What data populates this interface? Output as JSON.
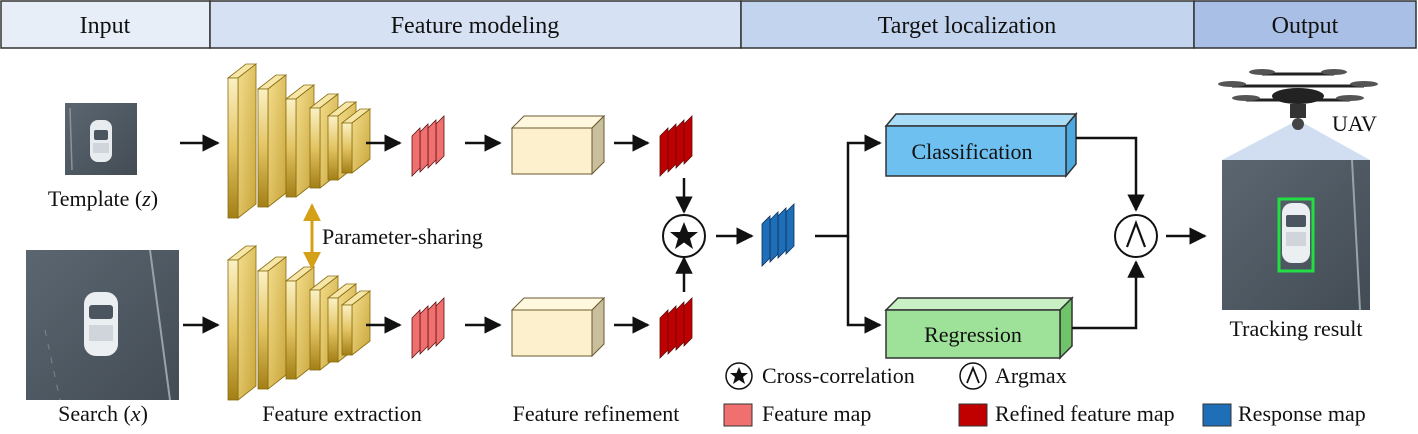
{
  "header": {
    "sections": [
      {
        "label": "Input",
        "color": "#e8eef8"
      },
      {
        "label": "Feature modeling",
        "color": "#d6e2f3"
      },
      {
        "label": "Target localization",
        "color": "#c3d4ee"
      },
      {
        "label": "Output",
        "color": "#a9bfe6"
      }
    ]
  },
  "inputs": {
    "template_label": "Template (",
    "template_var": "z",
    "search_label": "Search (",
    "search_var": "x",
    "close_paren": ")"
  },
  "modules": {
    "parameter_sharing": "Parameter-sharing",
    "feature_extraction": "Feature extraction",
    "feature_refinement": "Feature refinement",
    "classification": "Classification",
    "regression": "Regression"
  },
  "output": {
    "uav_label": "UAV",
    "tracking_result": "Tracking result"
  },
  "legend": {
    "cross_correlation": "Cross-correlation",
    "argmax": "Argmax",
    "feature_map": "Feature map",
    "refined_feature_map": "Refined feature map",
    "response_map": "Response map"
  },
  "colors": {
    "feature_map": "#f07070",
    "refined_feature_map": "#c00000",
    "response_map": "#1f6fb8",
    "classification": "#6ec0f0",
    "regression": "#9ee29a",
    "refinement_block": "#fdf0cc",
    "backbone": "#d8b94a",
    "param_arrow": "#d4a017",
    "detection_box": "#22dd44"
  }
}
